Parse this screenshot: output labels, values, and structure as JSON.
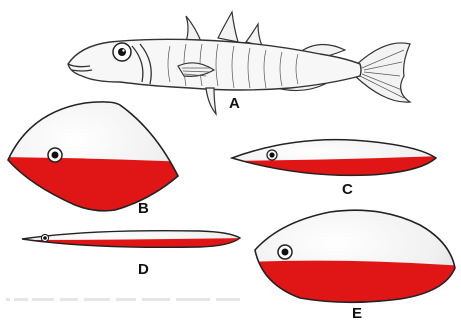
{
  "labels": {
    "a": "A",
    "b": "B",
    "c": "C",
    "d": "D",
    "e": "E"
  },
  "colors": {
    "lure_body": "#f2f2f2",
    "lure_belly": "#e01616",
    "outline": "#222222",
    "eye": "#111111"
  }
}
